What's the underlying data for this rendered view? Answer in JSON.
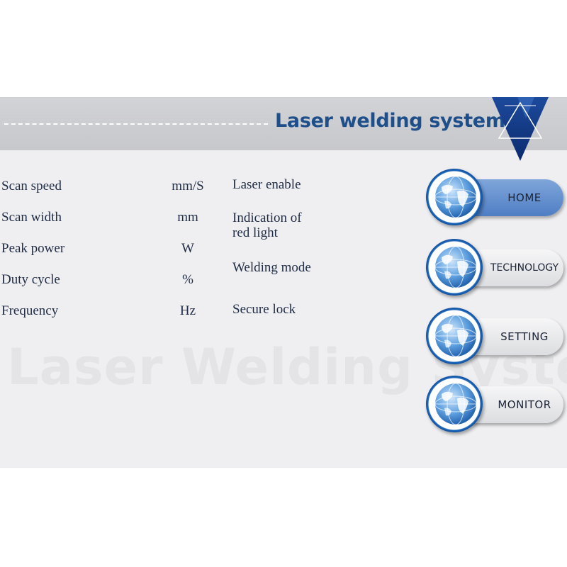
{
  "header": {
    "title": "Laser welding system",
    "logo_icon": "triangle-emblem-icon"
  },
  "watermark": "Laser Welding System",
  "parameters": [
    {
      "label": "Scan speed",
      "unit": "mm/S"
    },
    {
      "label": "Scan width",
      "unit": "mm"
    },
    {
      "label": "Peak power",
      "unit": "W"
    },
    {
      "label": "Duty cycle",
      "unit": "%"
    },
    {
      "label": "Frequency",
      "unit": "Hz"
    }
  ],
  "status": {
    "laser_enable": "Laser enable",
    "red_light_line1": "Indication of",
    "red_light_line2": "red light",
    "welding_mode": "Welding mode",
    "secure_lock": "Secure lock"
  },
  "nav": {
    "home": "HOME",
    "technology": "TECHNOLOGY",
    "setting": "SETTING",
    "monitor": "MONITOR",
    "globe_icon": "globe-icon"
  },
  "colors": {
    "title": "#1e4f8a",
    "active_button": "#5b88c9",
    "ring": "#1a5eb0"
  }
}
